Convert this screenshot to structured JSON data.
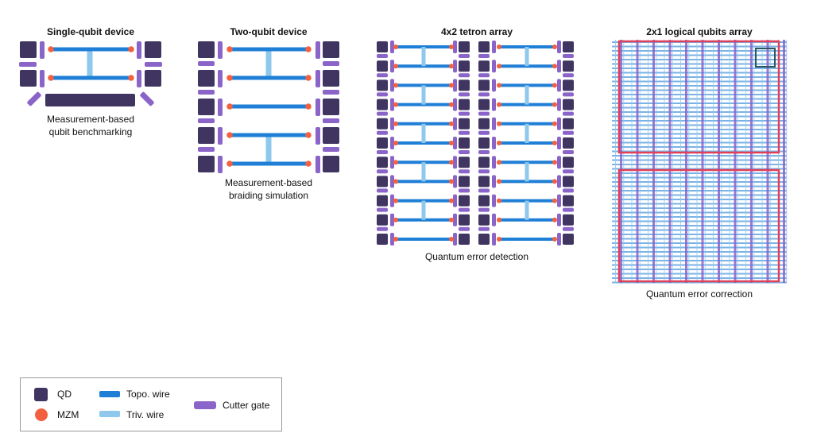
{
  "panels": [
    {
      "id": "single",
      "title": "Single-qubit device",
      "caption_lines": [
        "Measurement-based",
        "qubit benchmarking"
      ]
    },
    {
      "id": "two",
      "title": "Two-qubit device",
      "caption_lines": [
        "Measurement-based",
        "braiding simulation"
      ]
    },
    {
      "id": "tetron",
      "title": "4x2 tetron array",
      "caption_lines": [
        "Quantum error detection"
      ]
    },
    {
      "id": "logical",
      "title": "2x1 logical qubits array",
      "caption_lines": [
        "Quantum error correction"
      ]
    }
  ],
  "legend": {
    "items": [
      {
        "key": "qd",
        "label": "QD",
        "color": "#3f3560"
      },
      {
        "key": "mzm",
        "label": "MZM",
        "color": "#f2603f"
      },
      {
        "key": "topo",
        "label": "Topo. wire",
        "color": "#1f7fd6"
      },
      {
        "key": "triv",
        "label": "Triv. wire",
        "color": "#8ec8ec"
      },
      {
        "key": "cutter",
        "label": "Cutter gate",
        "color": "#8a64c8"
      }
    ]
  },
  "colors": {
    "qd": "#3f3560",
    "mzm": "#f2603f",
    "topo": "#1f7fd6",
    "triv": "#8ec8ec",
    "cutter": "#8a64c8",
    "logical_box": "#e0405a",
    "highlight_box": "#2c5560"
  }
}
